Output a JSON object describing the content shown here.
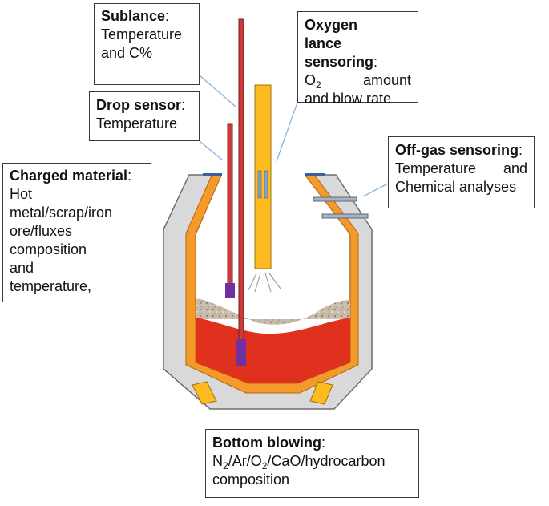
{
  "sublance": {
    "title": "Sublance",
    "line1": "Temperature",
    "line2": "and C%"
  },
  "oxygen_lance": {
    "title_line1": "Oxygen lance",
    "title_line2": "sensoring",
    "symbol": "O",
    "symbol_sub": "2",
    "line1_word": "amount",
    "line2": "and blow rate"
  },
  "drop_sensor": {
    "title": "Drop sensor",
    "line1": "Temperature"
  },
  "off_gas": {
    "title": "Off-gas sensoring",
    "line1_a": "Temperature",
    "line1_b": "and",
    "line2": "Chemical analyses"
  },
  "charged_material": {
    "title": "Charged material",
    "body": "Hot metal/scrap/iron ore/fluxes composition and temperature,"
  },
  "bottom_blowing": {
    "title": "Bottom blowing",
    "n": "N",
    "ar": "Ar",
    "o": "O",
    "rest": "CaO/hydrocarbon",
    "sub": "2",
    "sep": "/",
    "line2": "composition"
  },
  "colors": {
    "vessel_shell": "#d9d9d9",
    "refractory_lining": "#f39a2a",
    "molten_metal": "#e0301e",
    "slag": "#c7b8a6",
    "lance": "#fdbb1f",
    "sublance": "#cc3a3a",
    "probe": "#7030a0",
    "gas_duct": "#a6b3c3",
    "leader_line": "#8db3e2"
  }
}
